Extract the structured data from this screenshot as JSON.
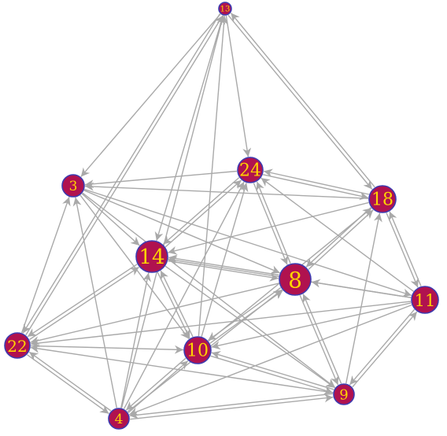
{
  "graph": {
    "directed": true,
    "colors": {
      "node_fill": "#b0124f",
      "node_border": "#3d3ab0",
      "label": "#ffd400",
      "edge": "#a9a9a9",
      "background": "#ffffff"
    },
    "nodes": [
      {
        "id": "13",
        "label": "13"
      },
      {
        "id": "3",
        "label": "3"
      },
      {
        "id": "24",
        "label": "24"
      },
      {
        "id": "18",
        "label": "18"
      },
      {
        "id": "14",
        "label": "14"
      },
      {
        "id": "8",
        "label": "8"
      },
      {
        "id": "11",
        "label": "11"
      },
      {
        "id": "22",
        "label": "22"
      },
      {
        "id": "10",
        "label": "10"
      },
      {
        "id": "9",
        "label": "9"
      },
      {
        "id": "4",
        "label": "4"
      }
    ],
    "edges": [
      {
        "from": "13",
        "to": "3"
      },
      {
        "from": "13",
        "to": "24"
      },
      {
        "from": "13",
        "to": "18"
      },
      {
        "from": "18",
        "to": "13"
      },
      {
        "from": "13",
        "to": "14"
      },
      {
        "from": "13",
        "to": "22"
      },
      {
        "from": "22",
        "to": "13"
      },
      {
        "from": "10",
        "to": "13"
      },
      {
        "from": "4",
        "to": "13"
      },
      {
        "from": "24",
        "to": "3"
      },
      {
        "from": "18",
        "to": "3"
      },
      {
        "from": "3",
        "to": "14"
      },
      {
        "from": "3",
        "to": "8"
      },
      {
        "from": "3",
        "to": "10"
      },
      {
        "from": "3",
        "to": "11"
      },
      {
        "from": "3",
        "to": "9"
      },
      {
        "from": "22",
        "to": "3"
      },
      {
        "from": "4",
        "to": "3"
      },
      {
        "from": "24",
        "to": "18"
      },
      {
        "from": "18",
        "to": "24"
      },
      {
        "from": "24",
        "to": "8"
      },
      {
        "from": "8",
        "to": "24"
      },
      {
        "from": "14",
        "to": "24"
      },
      {
        "from": "24",
        "to": "14"
      },
      {
        "from": "11",
        "to": "24"
      },
      {
        "from": "10",
        "to": "24"
      },
      {
        "from": "4",
        "to": "24"
      },
      {
        "from": "8",
        "to": "18"
      },
      {
        "from": "18",
        "to": "8"
      },
      {
        "from": "18",
        "to": "14"
      },
      {
        "from": "18",
        "to": "11"
      },
      {
        "from": "11",
        "to": "18"
      },
      {
        "from": "9",
        "to": "18"
      },
      {
        "from": "10",
        "to": "18"
      },
      {
        "from": "8",
        "to": "14"
      },
      {
        "from": "14",
        "to": "8"
      },
      {
        "from": "14",
        "to": "10"
      },
      {
        "from": "10",
        "to": "14"
      },
      {
        "from": "14",
        "to": "9"
      },
      {
        "from": "22",
        "to": "14"
      },
      {
        "from": "14",
        "to": "22"
      },
      {
        "from": "4",
        "to": "14"
      },
      {
        "from": "11",
        "to": "14"
      },
      {
        "from": "8",
        "to": "10"
      },
      {
        "from": "10",
        "to": "8"
      },
      {
        "from": "8",
        "to": "9"
      },
      {
        "from": "9",
        "to": "8"
      },
      {
        "from": "11",
        "to": "8"
      },
      {
        "from": "8",
        "to": "22"
      },
      {
        "from": "4",
        "to": "8"
      },
      {
        "from": "11",
        "to": "22"
      },
      {
        "from": "9",
        "to": "11"
      },
      {
        "from": "11",
        "to": "9"
      },
      {
        "from": "11",
        "to": "10"
      },
      {
        "from": "11",
        "to": "4"
      },
      {
        "from": "22",
        "to": "10"
      },
      {
        "from": "22",
        "to": "4"
      },
      {
        "from": "4",
        "to": "22"
      },
      {
        "from": "9",
        "to": "22"
      },
      {
        "from": "10",
        "to": "9"
      },
      {
        "from": "9",
        "to": "10"
      },
      {
        "from": "10",
        "to": "4"
      },
      {
        "from": "4",
        "to": "10"
      },
      {
        "from": "9",
        "to": "4"
      },
      {
        "from": "4",
        "to": "9"
      }
    ]
  }
}
